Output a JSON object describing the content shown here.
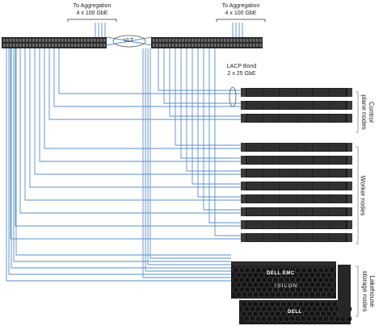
{
  "labels": {
    "agg_left_line1": "To Aggregation",
    "agg_left_line2": "4 x 100 GbE",
    "agg_right_line1": "To Aggregation",
    "agg_right_line2": "4 x 100 GbE",
    "vlt": "VLT",
    "lacp_line1": "LACP Bond",
    "lacp_line2": "2 x 25 GbE",
    "group_control_line1": "Control",
    "group_control_line2": "plane nodes",
    "group_worker": "Worker nodes",
    "group_lakehouse_line1": "Lakehouse",
    "group_lakehouse_line2": "storage nodes"
  },
  "storage": {
    "brand": "DELL EMC",
    "product": "ISILON",
    "brand_lower": "DELL"
  },
  "colors": {
    "link": "#5b8fc7",
    "switch": "#2a2a2a",
    "server": "#1e1e1e",
    "bracket": "#888888"
  }
}
